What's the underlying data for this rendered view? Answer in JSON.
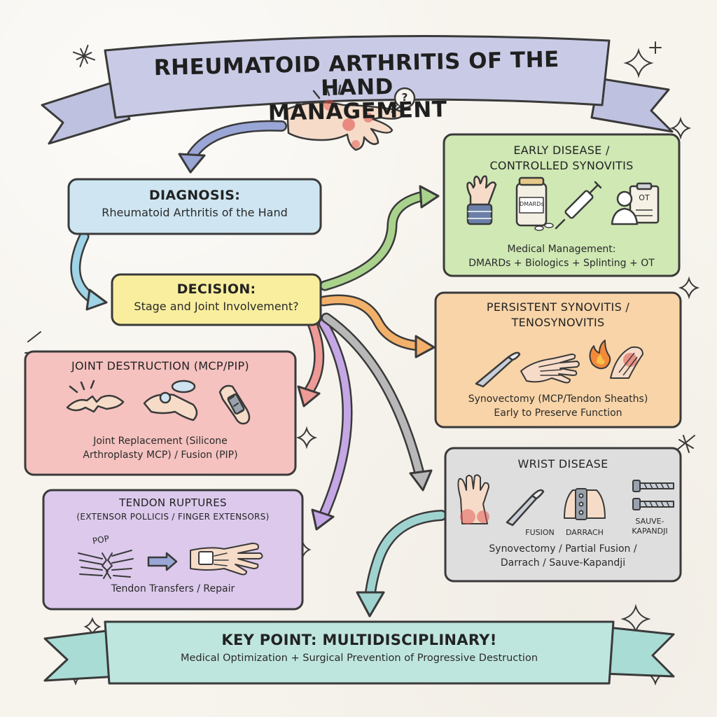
{
  "title": {
    "line1": "RHEUMATOID ARTHRITIS OF THE HAND",
    "line2": "MANAGEMENT"
  },
  "diagnosis": {
    "heading": "DIAGNOSIS:",
    "text": "Rheumatoid Arthritis of the Hand"
  },
  "decision": {
    "heading": "DECISION:",
    "text": "Stage and Joint Involvement?"
  },
  "early_disease": {
    "heading_line1": "EARLY DISEASE /",
    "heading_line2": "CONTROLLED SYNOVITIS",
    "bottle_label": "DMARDs",
    "clipboard_label": "OT",
    "text_line1": "Medical Management:",
    "text_line2": "DMARDs + Biologics + Splinting + OT"
  },
  "persistent_synovitis": {
    "heading_line1": "PERSISTENT SYNOVITIS /",
    "heading_line2": "TENOSYNOVITIS",
    "text_line1": "Synovectomy (MCP/Tendon Sheaths)",
    "text_line2": "Early to Preserve Function"
  },
  "joint_destruction": {
    "heading": "JOINT DESTRUCTION (MCP/PIP)",
    "text_line1": "Joint Replacement (Silicone",
    "text_line2": "Arthroplasty MCP) / Fusion (PIP)"
  },
  "tendon_ruptures": {
    "heading_line1": "TENDON RUPTURES",
    "heading_line2": "(EXTENSOR POLLICIS / FINGER EXTENSORS)",
    "pop_label": "POP",
    "text": "Tendon Transfers / Repair"
  },
  "wrist_disease": {
    "heading": "WRIST DISEASE",
    "label_fusion": "FUSION",
    "label_darrach": "DARRACH",
    "label_sauve_line1": "SAUVE-",
    "label_sauve_line2": "KAPANDJI",
    "text_line1": "Synovectomy / Partial Fusion /",
    "text_line2": "Darrach / Sauve-Kapandji"
  },
  "key_point": {
    "heading": "KEY POINT: MULTIDISCIPLINARY!",
    "text": "Medical Optimization + Surgical Prevention of Progressive Destruction"
  },
  "question_mark": "?",
  "colors": {
    "background": "#f7f4ee",
    "outline": "#3a3a3a",
    "title_ribbon": "#c9cbe6",
    "diagnosis": "#cfe6f2",
    "decision": "#f8ee9e",
    "early": "#cfe8b4",
    "persistent": "#f8d4a8",
    "joint": "#f5c2c0",
    "tendon": "#dcc9ec",
    "wrist": "#dedede",
    "key_point": "#bfe6de",
    "arrow_blue": "#9aa6d6",
    "arrow_green": "#a9d38c",
    "arrow_orange": "#f2b06a",
    "arrow_red": "#ee9a96",
    "arrow_purple": "#c5a7e6",
    "arrow_gray": "#b8b8b8",
    "arrow_teal": "#9fd3d0",
    "inflammation": "#e0534f"
  },
  "icons": [
    "sparkle-icon",
    "arthritic-hand-icon",
    "question-bubble-icon",
    "wrist-splint-icon",
    "dmards-bottle-icon",
    "syringe-icon",
    "occupational-therapist-icon",
    "scalpel-icon",
    "hand-xray-icon",
    "flame-icon",
    "inflamed-wrist-icon",
    "broken-bone-icon",
    "silicone-implant-icon",
    "fused-finger-icon",
    "torn-tendon-icon",
    "right-arrow-icon",
    "tendon-repair-hand-icon",
    "wrist-inflammation-icon",
    "fusion-plate-icon",
    "screw-icon"
  ]
}
